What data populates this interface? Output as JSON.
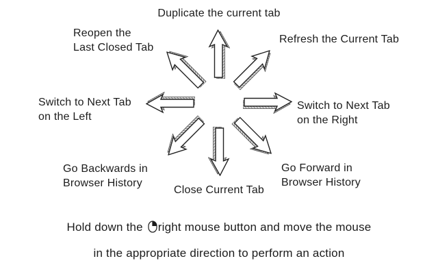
{
  "diagram": {
    "gestures": [
      {
        "direction": "up",
        "label": "Duplicate the current tab"
      },
      {
        "direction": "up-right",
        "label": "Refresh the Current Tab"
      },
      {
        "direction": "right",
        "label": "Switch to Next Tab\non the Right"
      },
      {
        "direction": "down-right",
        "label": "Go Forward in\nBrowser History"
      },
      {
        "direction": "down",
        "label": "Close Current Tab"
      },
      {
        "direction": "down-left",
        "label": "Go Backwards in\nBrowser History"
      },
      {
        "direction": "left",
        "label": "Switch to Next Tab\non the Left"
      },
      {
        "direction": "up-left",
        "label": "Reopen the\nLast Closed Tab"
      }
    ],
    "footer": {
      "line1_before_icon": "Hold down the ",
      "line1_after_icon": "right mouse button and move the mouse",
      "line2": "in the appropriate direction to perform an action"
    },
    "icons": {
      "mouse_icon": "right-mouse-button",
      "arrow_icon": "outlined-3d-arrow"
    },
    "colors": {
      "background": "#ffffff",
      "text": "#1c1c1c",
      "arrow_outline": "#222222",
      "arrow_fill": "#ffffff",
      "arrow_shading": "#8a8a8a"
    }
  }
}
